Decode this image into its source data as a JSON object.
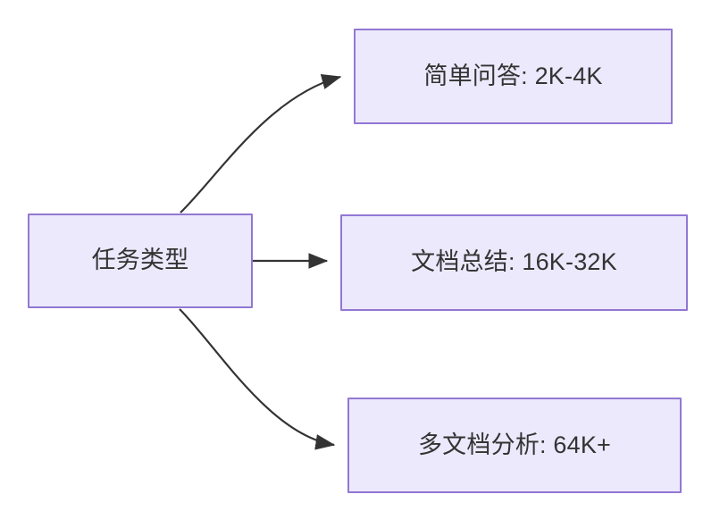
{
  "diagram": {
    "type": "flowchart",
    "direction": "left-to-right",
    "background_color": "#ffffff",
    "node_fill_color": "#ebe9fb",
    "node_border_color": "#9277d4",
    "node_text_color": "#333333",
    "edge_color": "#333333",
    "root": {
      "id": "task-type",
      "label": "任务类型"
    },
    "branches": [
      {
        "id": "simple-qa",
        "label": "简单问答: 2K-4K",
        "task": "简单问答",
        "context_range": "2K-4K",
        "edge_style": "curved"
      },
      {
        "id": "doc-summary",
        "label": "文档总结: 16K-32K",
        "task": "文档总结",
        "context_range": "16K-32K",
        "edge_style": "straight"
      },
      {
        "id": "multi-doc",
        "label": "多文档分析: 64K+",
        "task": "多文档分析",
        "context_range": "64K+",
        "edge_style": "curved"
      }
    ]
  }
}
